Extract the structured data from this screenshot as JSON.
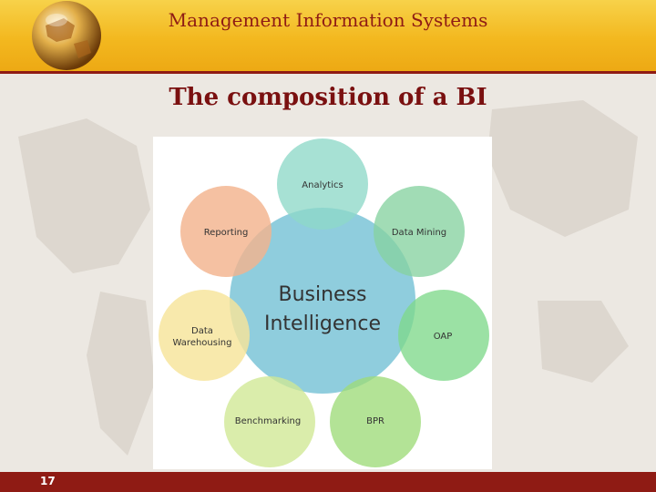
{
  "header": {
    "title": "Management Information Systems"
  },
  "slide": {
    "title": "The composition of a BI",
    "page_number": "17"
  },
  "diagram": {
    "center": {
      "line1": "Business",
      "line2": "Intelligence"
    },
    "nodes": [
      {
        "line1": "Analytics",
        "line2": ""
      },
      {
        "line1": "Data Mining",
        "line2": ""
      },
      {
        "line1": "OAP",
        "line2": ""
      },
      {
        "line1": "BPR",
        "line2": ""
      },
      {
        "line1": "Benchmarking",
        "line2": ""
      },
      {
        "line1": "Data",
        "line2": "Warehousing"
      },
      {
        "line1": "Reporting",
        "line2": ""
      }
    ],
    "colors": {
      "center": "#7fc6d8",
      "analytics": "#8ed8c8",
      "data_mining": "#86d2a0",
      "oap": "#7fd98a",
      "bpr": "#9ddb78",
      "benchmarking": "#cfe893",
      "data_warehousing": "#f6e49a",
      "reporting": "#f3b38e"
    }
  }
}
